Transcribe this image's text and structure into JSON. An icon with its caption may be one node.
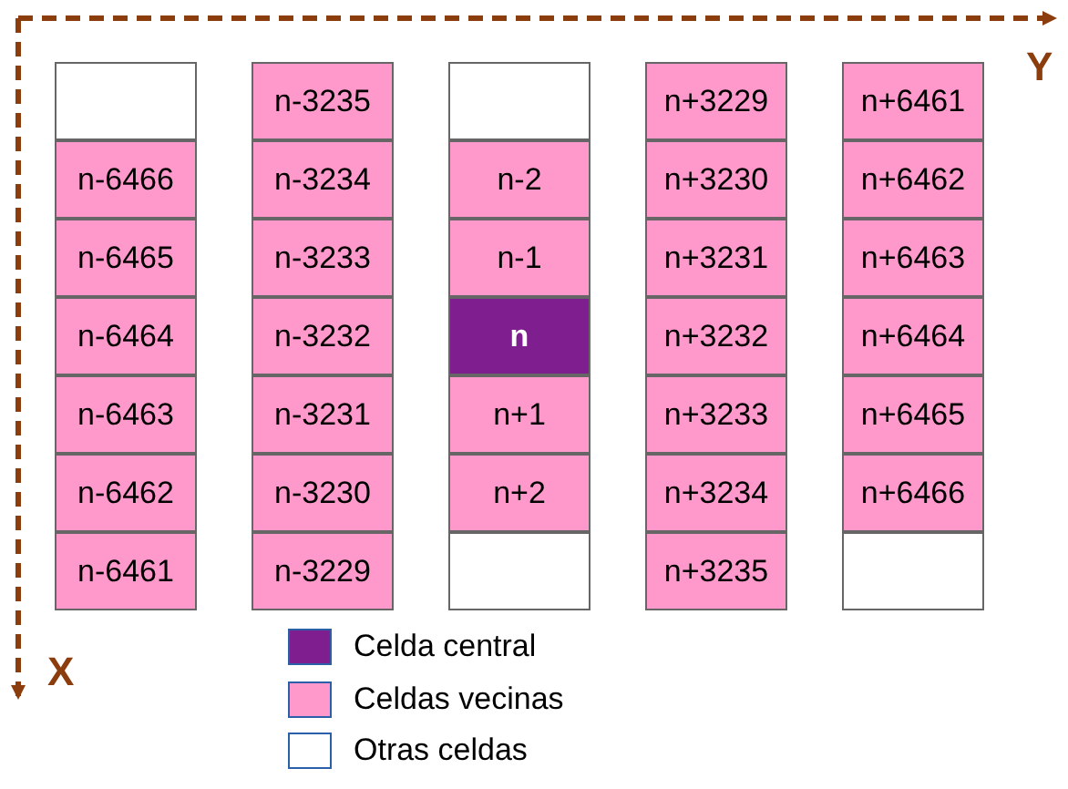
{
  "diagram": {
    "nodes": [
      {
        "text": [],
        "shape": "box"
      },
      {
        "text": [
          "n-3235"
        ]
      },
      {
        "text": [],
        "shape": "box"
      },
      {
        "text": [
          "n+3229"
        ]
      },
      {
        "text": [
          "n+6461"
        ]
      },
      {
        "text": [
          "n-6466"
        ]
      },
      {
        "text": [
          "n-3234"
        ]
      },
      {
        "text": [
          "n-2"
        ]
      },
      {
        "text": [
          "n+3230"
        ]
      },
      {
        "text": [
          "n+6462"
        ]
      },
      {
        "text": [
          "n-6465"
        ]
      },
      {
        "text": [
          "n-3233"
        ]
      },
      {
        "text": [
          "n-1"
        ]
      },
      {
        "text": [
          "n+3231"
        ]
      },
      {
        "text": [
          "n+6463"
        ]
      },
      {
        "text": [
          "n-6464"
        ]
      },
      {
        "text": [
          "n-3232"
        ]
      },
      {
        "text": [
          "n"
        ]
      },
      {
        "text": [
          "n+3232"
        ]
      },
      {
        "text": [
          "n+6464"
        ]
      },
      {
        "text": [
          "n-6463"
        ]
      },
      {
        "text": [
          "n-3231"
        ]
      },
      {
        "text": [
          "n+1"
        ]
      },
      {
        "text": [
          "n+3233"
        ]
      },
      {
        "text": [
          "n+6465"
        ]
      },
      {
        "text": [
          "n-6462"
        ]
      },
      {
        "text": [
          "n-3230"
        ]
      },
      {
        "text": [
          "n+2"
        ]
      },
      {
        "text": [
          "n+3234"
        ]
      },
      {
        "text": [
          "n+6466"
        ]
      },
      {
        "text": [
          "n-6461"
        ]
      },
      {
        "text": [
          "n-3229"
        ]
      },
      {
        "text": [],
        "shape": "box"
      },
      {
        "text": [
          "n+3235"
        ]
      },
      {
        "text": [],
        "shape": "box"
      }
    ],
    "labels": [
      "Y",
      "X"
    ],
    "legend": [
      {
        "text": "Celda central",
        "color": "#7f1f8f"
      },
      {
        "text": "Celdas vecinas",
        "color": "#ff99cc"
      },
      {
        "text": "Otras celdas",
        "color": "#ffffff"
      }
    ]
  }
}
